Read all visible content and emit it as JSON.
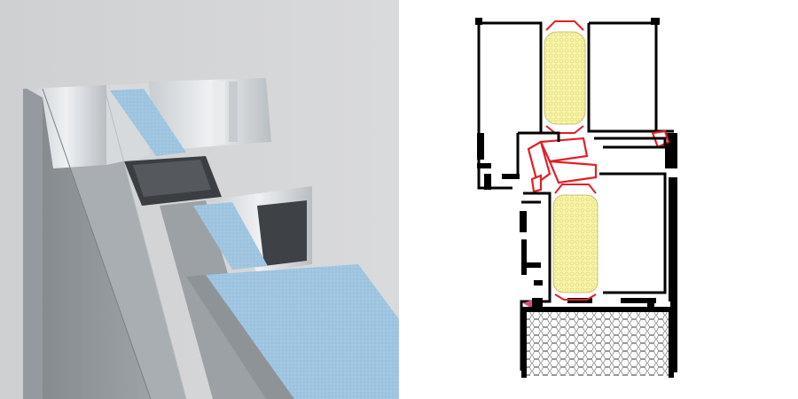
{
  "colors": {
    "background_left": "#d4d5d7",
    "frame_dark": "#8c9196",
    "frame_mid": "#a7acb1",
    "frame_light": "#c3c7cb",
    "glass_blue": "#9ec4e0",
    "section_black": "#000000",
    "insulation_yellow": "#f9f5a6",
    "gasket_red": "#e21f26",
    "hatch_grey": "#7a7a7a"
  },
  "views": [
    {
      "id": "render-3d",
      "description_icon": "profile-3d-render"
    },
    {
      "id": "cross-section",
      "description_icon": "profile-cross-section-drawing"
    }
  ]
}
